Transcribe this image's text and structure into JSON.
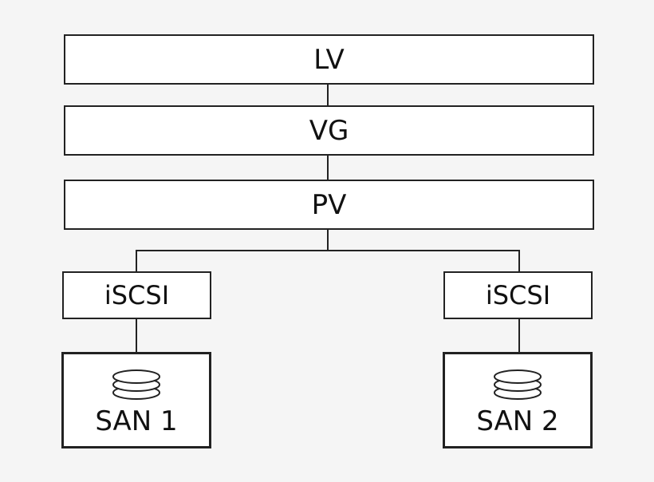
{
  "layers": {
    "lv": "LV",
    "vg": "VG",
    "pv": "PV"
  },
  "transports": {
    "left": "iSCSI",
    "right": "iSCSI"
  },
  "storage": {
    "left": {
      "label": "SAN 1",
      "icon": "disk-stack-icon"
    },
    "right": {
      "label": "SAN 2",
      "icon": "disk-stack-icon"
    }
  }
}
